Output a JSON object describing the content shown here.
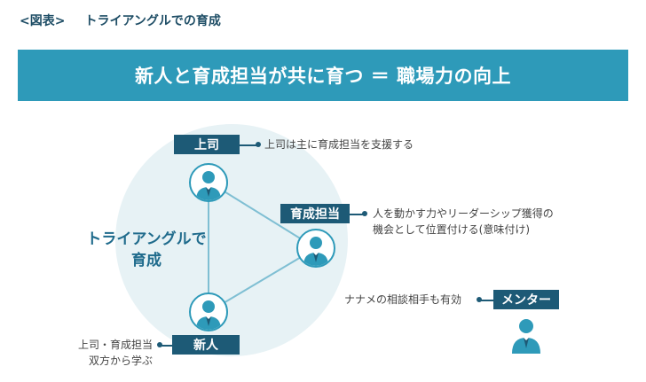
{
  "figure_label": {
    "prefix": "<図表>",
    "title": "トライアングルでの育成"
  },
  "banner": {
    "text": "新人と育成担当が共に育つ ＝ 職場力の向上"
  },
  "center": {
    "line1": "トライアングルで",
    "line2": "育成"
  },
  "roles": {
    "boss": {
      "label": "上司",
      "note": "上司は主に育成担当を支援する"
    },
    "trainer": {
      "label": "育成担当",
      "note_line1": "人を動かす力やリーダーシップ獲得の",
      "note_line2": "機会として位置付ける(意味付け)"
    },
    "newcomer": {
      "label": "新人",
      "note_line1": "上司・育成担当",
      "note_line2": "双方から学ぶ"
    },
    "mentor": {
      "label": "メンター",
      "note": "ナナメの相談相手も有効"
    }
  },
  "colors": {
    "banner": "#2e9ab9",
    "role_box": "#1d5a76",
    "circle": "#e7f2f5",
    "accent_text": "#1f6b8c"
  }
}
